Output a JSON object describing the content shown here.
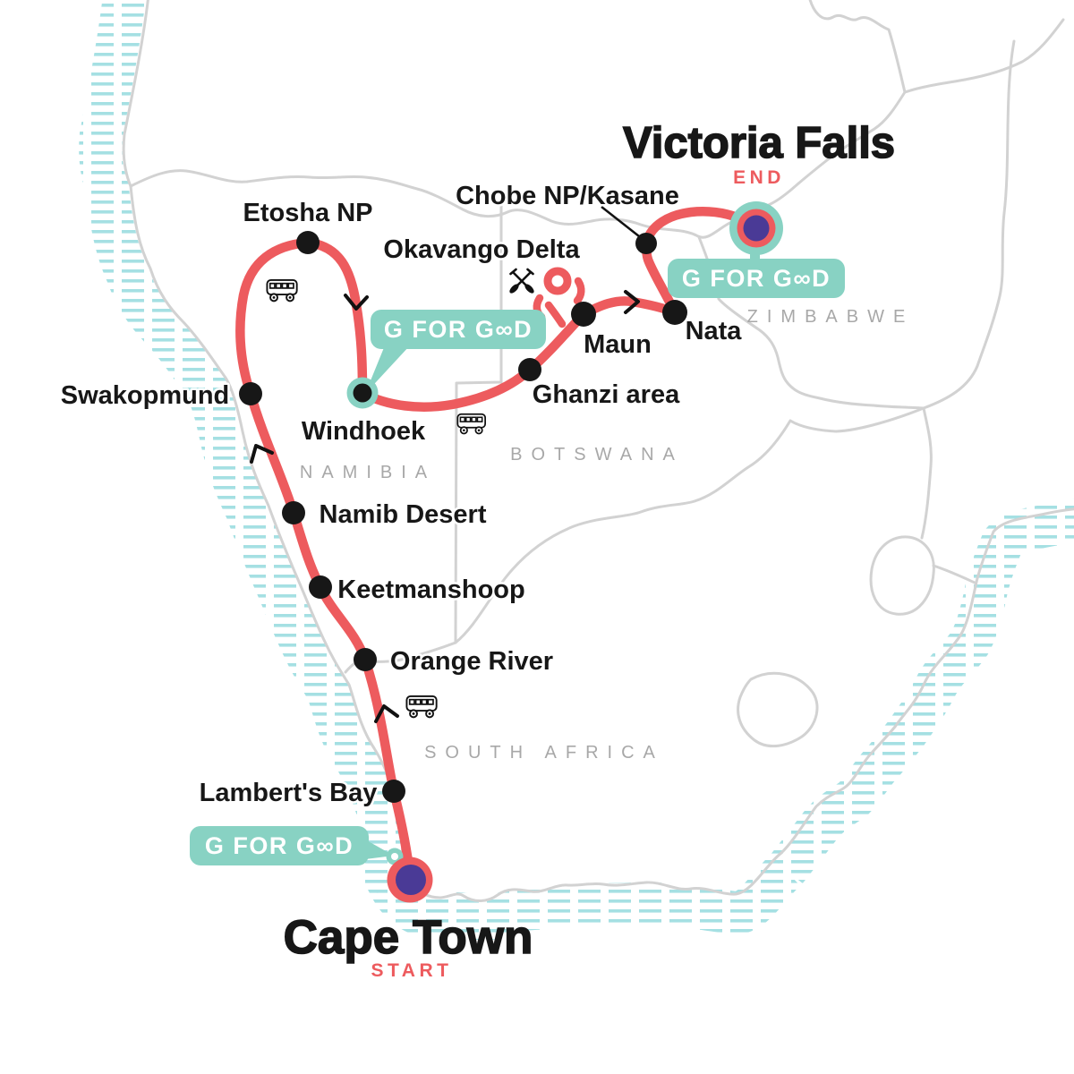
{
  "badge": {
    "label": "G FOR G∞D"
  },
  "start_marker": {
    "title": "Cape Town",
    "tag": "START"
  },
  "end_marker": {
    "title": "Victoria Falls",
    "tag": "END"
  },
  "countries": [
    {
      "label": "NAMIBIA"
    },
    {
      "label": "BOTSWANA"
    },
    {
      "label": "ZIMBABWE"
    },
    {
      "label": "SOUTH AFRICA"
    }
  ],
  "stops": [
    {
      "label": "Etosha NP"
    },
    {
      "label": "Swakopmund"
    },
    {
      "label": "Windhoek"
    },
    {
      "label": "Namib Desert"
    },
    {
      "label": "Keetmanshoop"
    },
    {
      "label": "Orange River"
    },
    {
      "label": "Lambert's Bay"
    },
    {
      "label": "Ghanzi area"
    },
    {
      "label": "Okavango Delta"
    },
    {
      "label": "Maun"
    },
    {
      "label": "Nata"
    },
    {
      "label": "Chobe NP/Kasane"
    }
  ],
  "icons": {
    "bus": "bus-icon",
    "paddles": "crossed-paddles-icon",
    "direction_arrow": "route-direction-chevron"
  },
  "colors": {
    "route": "#ED5B5E",
    "badge_teal": "#88D2C3",
    "marker_purple": "#4A3A96",
    "hatch": "#A5E0E3",
    "border_gray": "#D2D2D2",
    "label_gray": "#A8A8A8",
    "ink": "#171717"
  }
}
